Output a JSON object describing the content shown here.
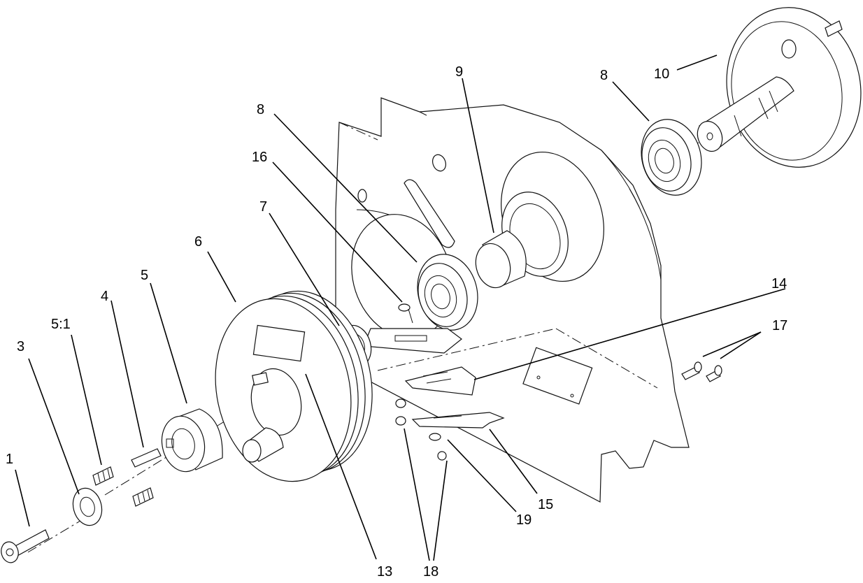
{
  "callouts": {
    "c1": "1",
    "c3": "3",
    "c5_1": "5:1",
    "c4": "4",
    "c5": "5",
    "c6": "6",
    "c7": "7",
    "c16": "16",
    "c8a": "8",
    "c9": "9",
    "c8b": "8",
    "c10": "10",
    "c14": "14",
    "c17": "17",
    "c15": "15",
    "c19": "19",
    "c18": "18",
    "c13": "13"
  }
}
